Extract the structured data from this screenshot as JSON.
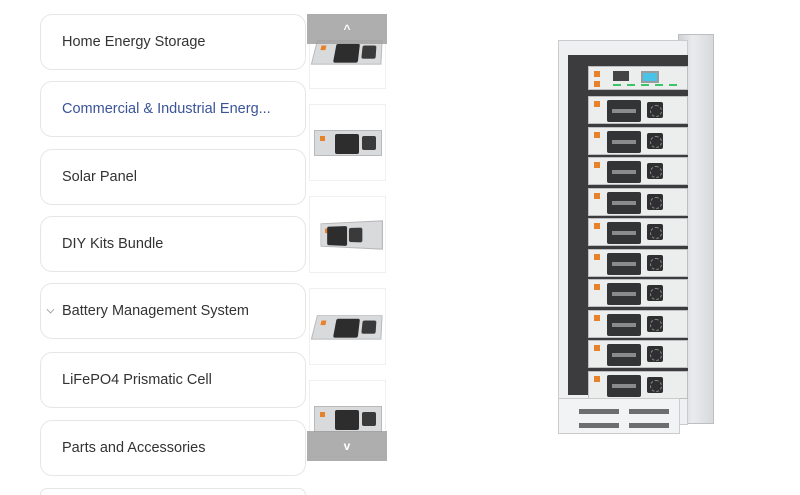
{
  "categories": {
    "items": [
      {
        "label": "Home Energy Storage",
        "active": false
      },
      {
        "label": "Commercial & Industrial Energ...",
        "active": true
      },
      {
        "label": "Solar Panel",
        "active": false
      },
      {
        "label": "DIY Kits Bundle",
        "active": false
      },
      {
        "label": "Battery Management System",
        "active": false,
        "expandable": true
      },
      {
        "label": "LiFePO4 Prismatic Cell",
        "active": false
      },
      {
        "label": "Parts and Accessories",
        "active": false
      },
      {
        "label": "",
        "active": false
      }
    ]
  },
  "thumbnails": {
    "scroll_up_label": "^",
    "scroll_down_label": "v",
    "items": [
      {
        "alt": "battery-module-thumbnail-1"
      },
      {
        "alt": "battery-module-thumbnail-2"
      },
      {
        "alt": "battery-module-thumbnail-3"
      },
      {
        "alt": "battery-module-thumbnail-4"
      },
      {
        "alt": "battery-module-thumbnail-5"
      }
    ]
  },
  "main_image": {
    "alt": "rack-mounted-battery-cabinet",
    "module_count": 10
  },
  "colors": {
    "active_text": "#3b5498",
    "default_text": "#333333",
    "scroll_button_bg": "#a0a0a0",
    "accent_orange": "#e8822a",
    "screen_blue": "#4ac3e8"
  }
}
